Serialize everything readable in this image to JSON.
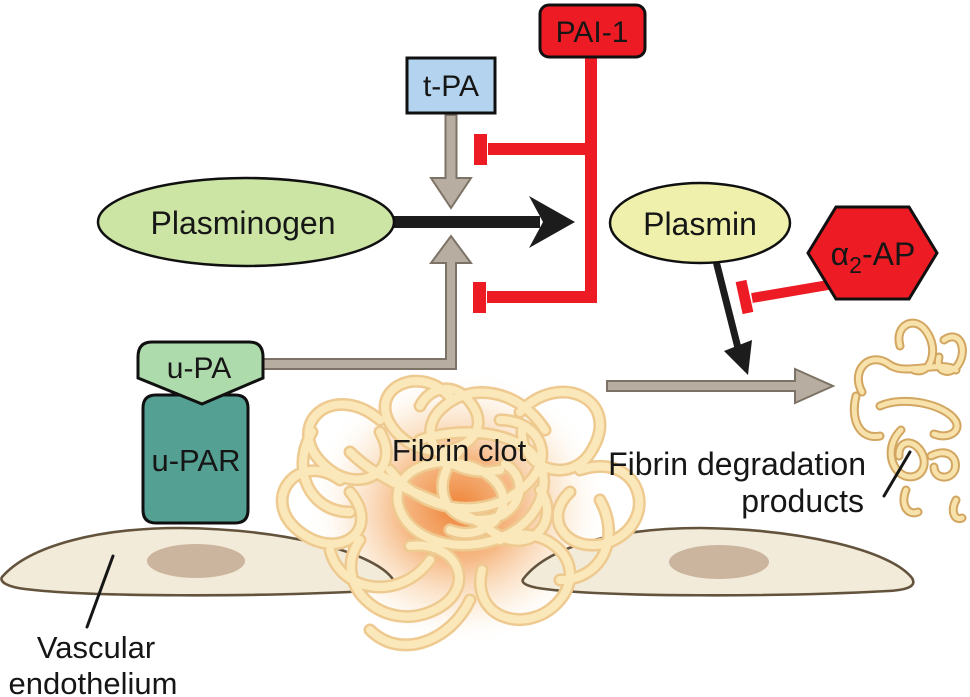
{
  "palette": {
    "red": "#ed1c24",
    "tpa_blue": "#b4d3ee",
    "plasminogen_green": "#cce5a4",
    "plasmin_yellow": "#eef0ab",
    "upa_green": "#aedbab",
    "upar_teal": "#54a092",
    "arrow_gray": "#b7ada0",
    "cell_fill": "#f2ebd9",
    "nucleus_tan": "#cbb59e",
    "fibrin_strand": "#fbe8ba",
    "clot_glow_orange": "#ed7c2c",
    "black": "#1c1c1c"
  },
  "nodes": {
    "pai1": {
      "label": "PAI-1"
    },
    "tpa": {
      "label": "t-PA"
    },
    "plasminogen": {
      "label": "Plasminogen"
    },
    "plasmin": {
      "label": "Plasmin"
    },
    "a2ap": {
      "alpha": "α",
      "sub": "2",
      "rest": "-AP"
    },
    "upa": {
      "label": "u-PA"
    },
    "upar": {
      "label": "u-PAR"
    }
  },
  "labels": {
    "fibrin_clot": "Fibrin clot",
    "fibrin_degradation_line1": "Fibrin degradation",
    "fibrin_degradation_line2": "products",
    "vascular_line1": "Vascular",
    "vascular_line2": "endothelium"
  }
}
